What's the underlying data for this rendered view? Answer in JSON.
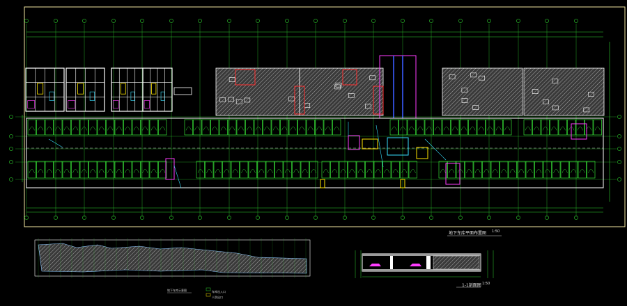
{
  "drawing": {
    "plan_title": "地下车库平面布置图",
    "plan_scale": "1:50",
    "section_title": "1-1剖面图",
    "section_scale": "1:50",
    "key_plan_title": "地下车库示意图",
    "key_legend": [
      "车库出入口",
      "人防出口"
    ]
  },
  "colors": {
    "background": "#000000",
    "frame": "#f2e6a0",
    "grid_axis": "#2fd32f",
    "parking": "#36e036",
    "walls": "#ffffff",
    "accent_magenta": "#ff3cff",
    "accent_red": "#ff3030",
    "accent_yellow": "#ffe600",
    "accent_cyan": "#38e0ff",
    "hatch": "#a7a7a7"
  },
  "icons": [
    "axis-bubble-icon",
    "parking-stall-icon",
    "north-arrow-icon"
  ]
}
